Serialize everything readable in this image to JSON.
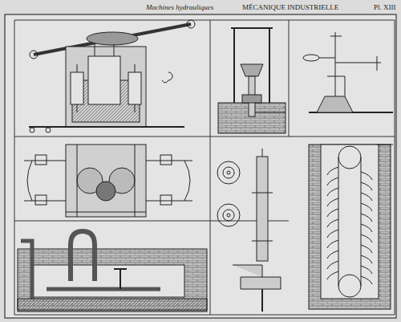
{
  "diagram": {
    "labels": [
      "MÉCANIQUE INDUSTRIELLE",
      "Pl. XIII",
      "Machines hydrauliques"
    ]
  }
}
